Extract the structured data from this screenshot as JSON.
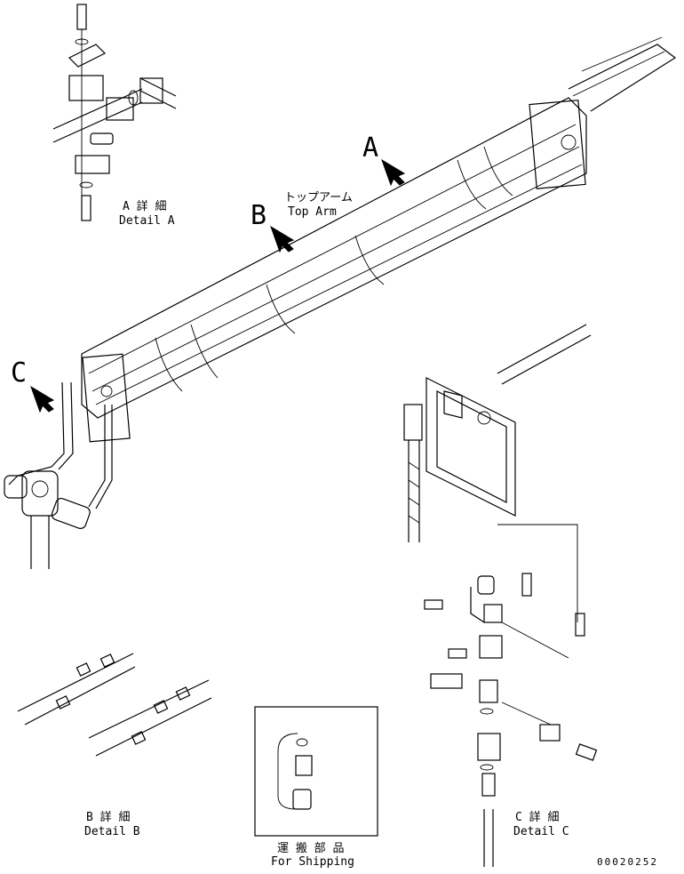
{
  "labels": {
    "detail_a_jp": "A 詳 細",
    "detail_a_en": "Detail A",
    "top_arm_jp": "トップアーム",
    "top_arm_en": "Top Arm",
    "view_a": "A",
    "view_b": "B",
    "view_c": "C",
    "detail_b_jp": "B 詳 細",
    "detail_b_en": "Detail B",
    "detail_c_jp": "C 詳 細",
    "detail_c_en": "Detail C",
    "shipping_jp": "運 搬 部 品",
    "shipping_en": "For Shipping",
    "drawing_no": "00020252"
  }
}
